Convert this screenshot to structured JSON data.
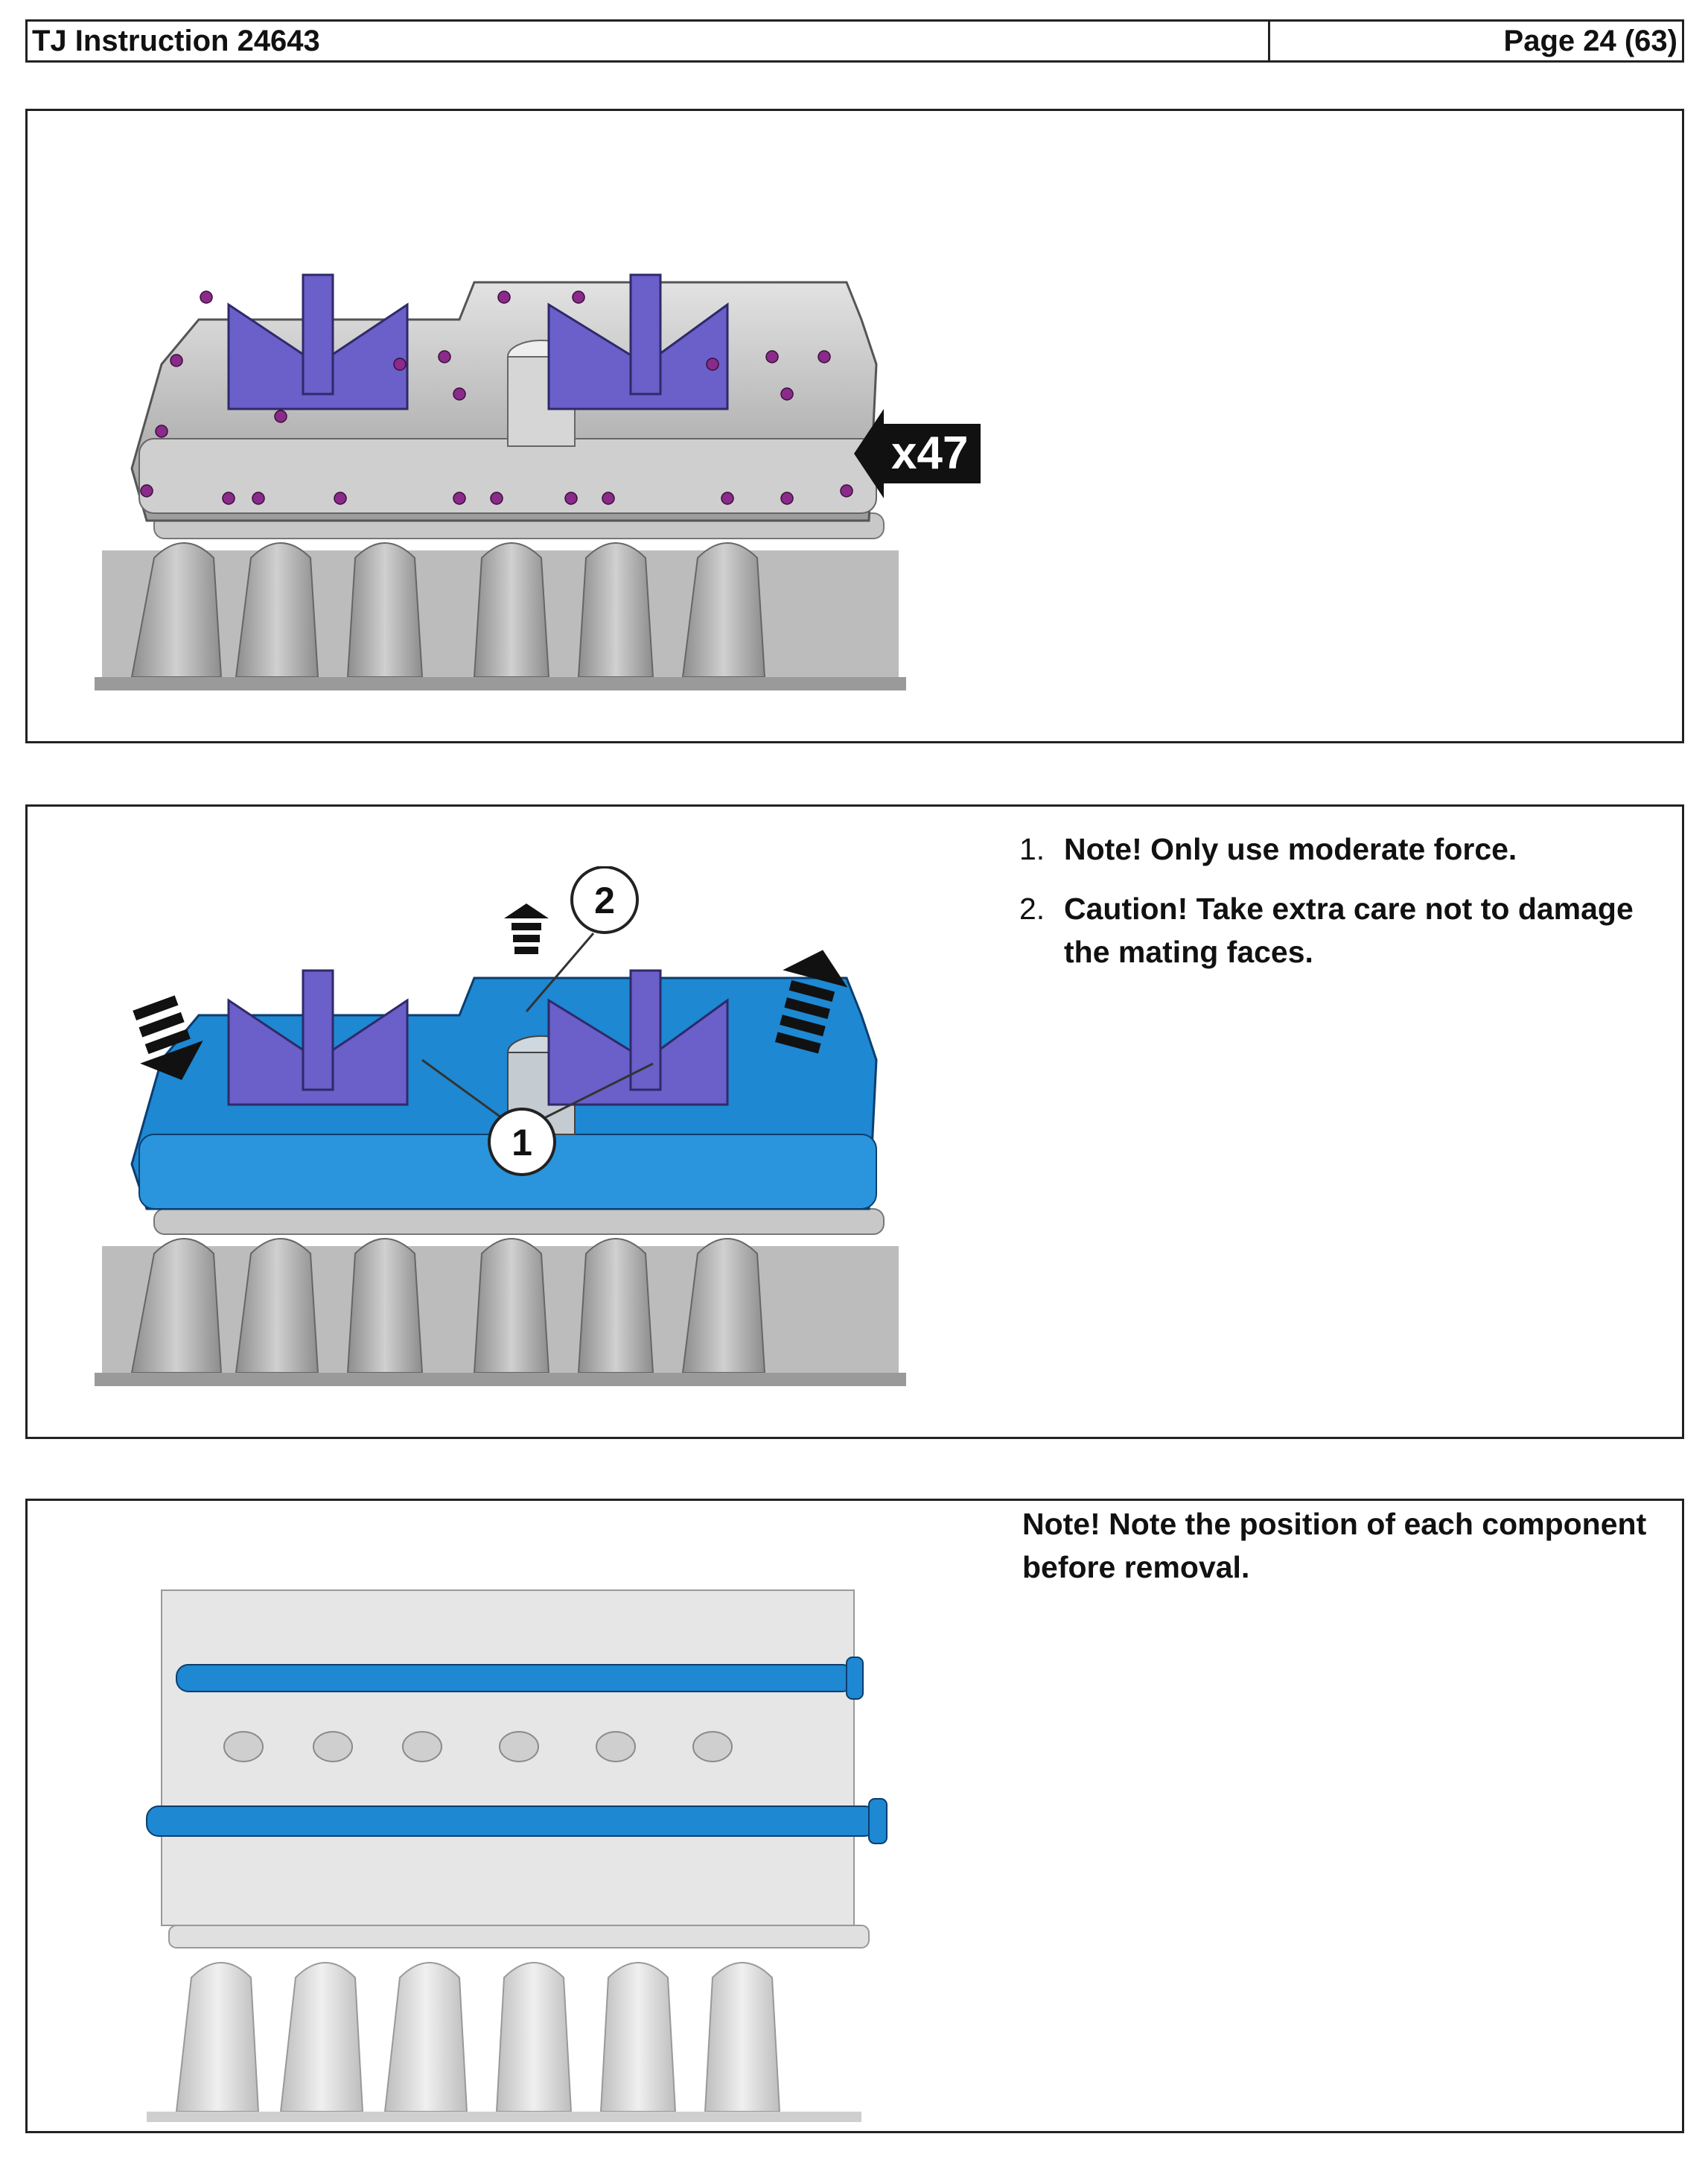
{
  "header": {
    "document": "TJ Instruction 24643",
    "page": "Page 24 (63)"
  },
  "panel1": {
    "bolt_count_label": "x47"
  },
  "panel2": {
    "callout_1": "1",
    "callout_2": "2",
    "steps": [
      {
        "number": "1.",
        "text": "Note!  Only use moderate force."
      },
      {
        "number": "2.",
        "text": "Caution!  Take extra care not to damage the mating faces."
      }
    ]
  },
  "panel3": {
    "note": "Note!  Note the position of each component before removal."
  },
  "colors": {
    "highlight_blue": "#1e88d2",
    "tool_purple": "#6b5fc9",
    "bolt_magenta": "#8a2a8a",
    "engine_gray": "#b9b9b9"
  }
}
